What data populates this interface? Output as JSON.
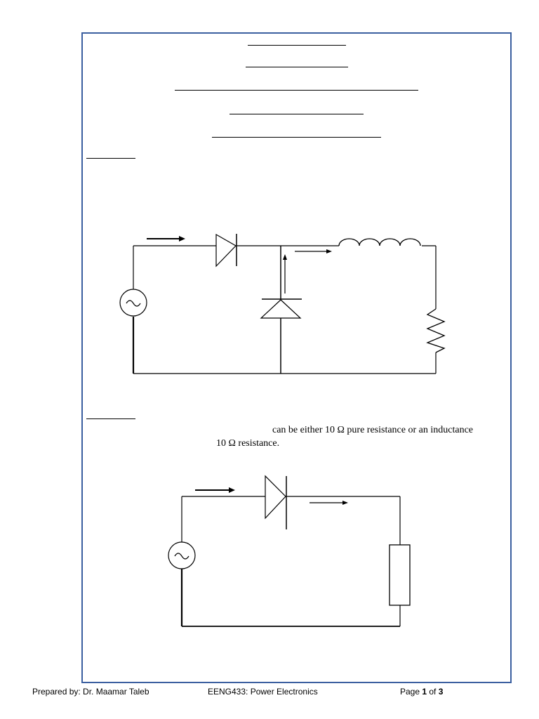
{
  "body": {
    "text_line1": "can be either 10 Ω pure resistance or an inductance",
    "text_line2": "10 Ω resistance."
  },
  "footer": {
    "prepared_by": "Prepared by: Dr. Maamar Taleb",
    "course": "EENG433:  Power Electronics",
    "page_prefix": "Page ",
    "page_current": "1",
    "page_mid": " of ",
    "page_total": "3"
  },
  "colors": {
    "frame_border": "#3b5fa0",
    "ink": "#000000"
  }
}
